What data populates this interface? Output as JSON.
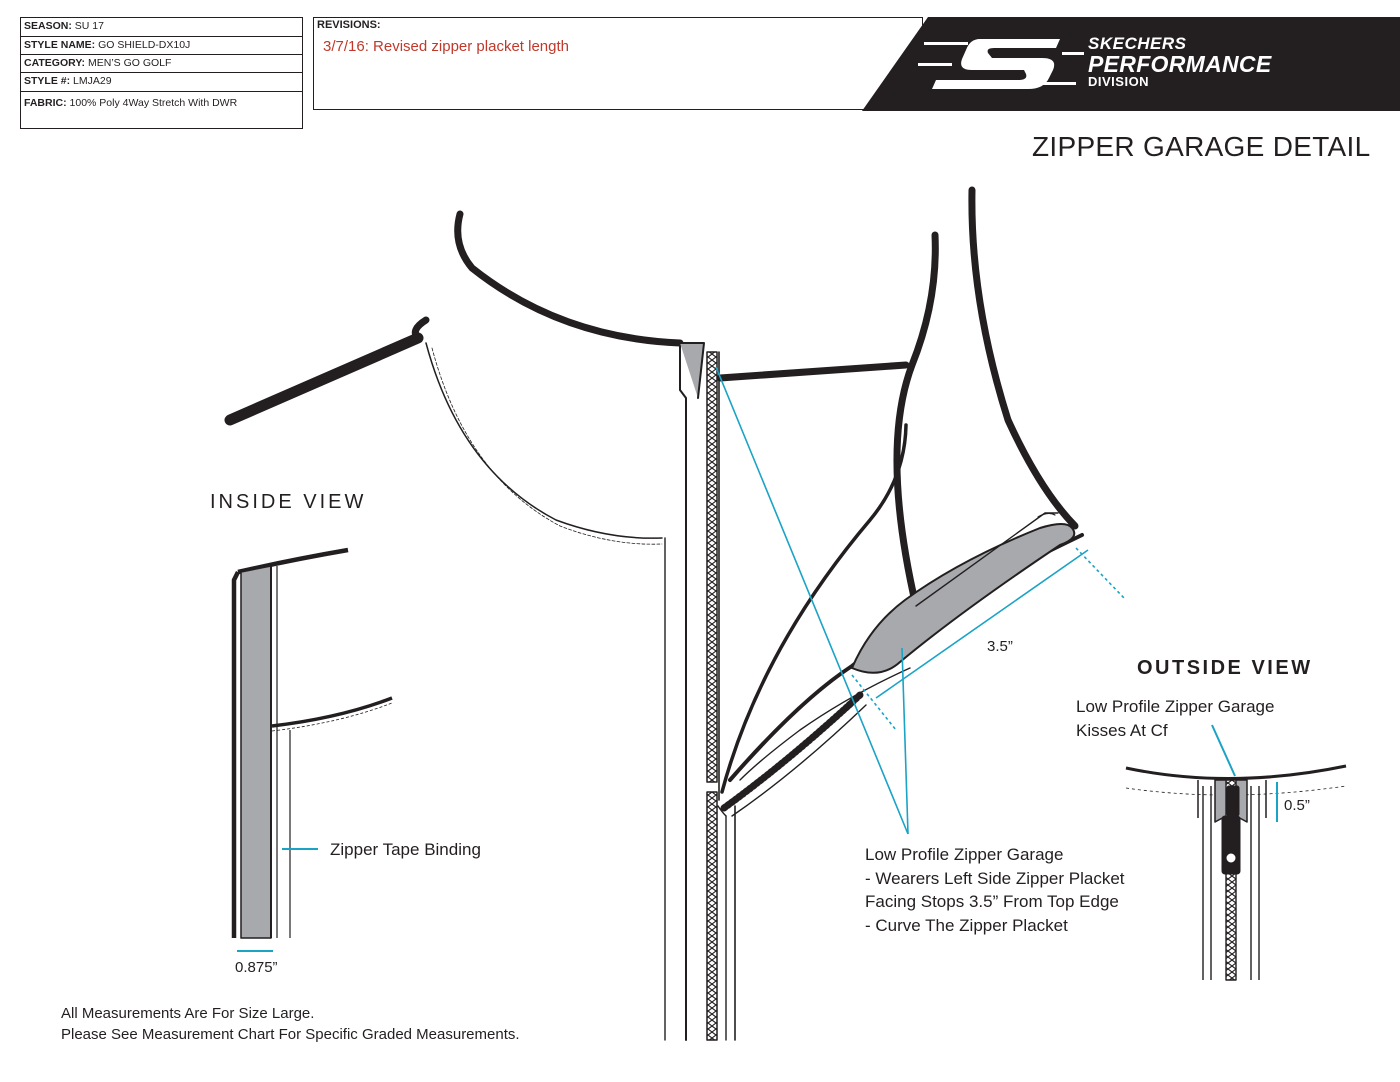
{
  "header": {
    "fields": [
      {
        "label": "SEASON:",
        "value": "SU 17"
      },
      {
        "label": "STYLE NAME:",
        "value": "GO SHIELD-DX10J"
      },
      {
        "label": "CATEGORY:",
        "value": "MEN’S GO GOLF"
      },
      {
        "label": "STYLE #:",
        "value": "LMJA29"
      },
      {
        "label": "FABRIC:",
        "value": "100% Poly 4Way Stretch With DWR"
      }
    ],
    "revisions_title": "REVISIONS:",
    "revisions": [
      "3/7/16:  Revised zipper placket length"
    ]
  },
  "brand": {
    "line1": "SKECHERS",
    "line2": "PERFORMANCE",
    "line3": "DIVISION"
  },
  "title": "ZIPPER GARAGE DETAIL",
  "inside_view": {
    "title": "INSIDE VIEW",
    "callout": "Zipper Tape Binding",
    "dimension": "0.875”"
  },
  "main_view": {
    "dimension": "3.5”",
    "callout": [
      "Low Profile Zipper Garage",
      "-  Wearers Left Side Zipper Placket",
      "Facing Stops 3.5” From Top Edge",
      "-  Curve The Zipper Placket"
    ]
  },
  "outside_view": {
    "title": "OUTSIDE VIEW",
    "callout": [
      "Low Profile Zipper Garage",
      "Kisses At Cf"
    ],
    "dimension": "0.5”"
  },
  "footer": [
    "All Measurements Are For Size Large.",
    "Please See Measurement Chart For Specific Graded Measurements."
  ],
  "colors": {
    "line": "#231f20",
    "callout": "#1ba3c6",
    "facing": "#a7a9ac",
    "revision": "#c0392b"
  }
}
